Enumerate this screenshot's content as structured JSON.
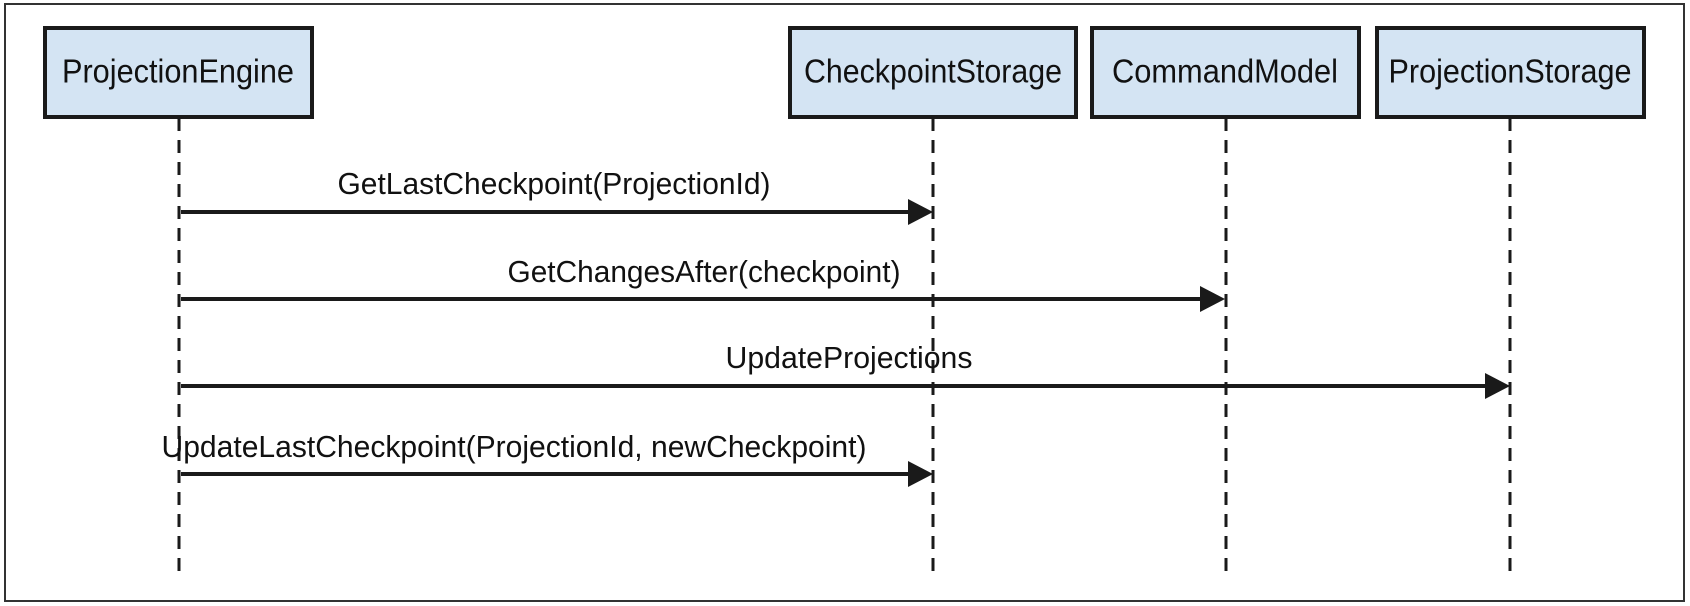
{
  "colors": {
    "participant_fill": "#d4e4f3",
    "stroke": "#1a1a1a",
    "frame": "#333333"
  },
  "participants": [
    {
      "id": "projection-engine",
      "label": "ProjectionEngine"
    },
    {
      "id": "checkpoint-storage",
      "label": "CheckpointStorage"
    },
    {
      "id": "command-model",
      "label": "CommandModel"
    },
    {
      "id": "projection-storage",
      "label": "ProjectionStorage"
    }
  ],
  "messages": [
    {
      "from": "projection-engine",
      "to": "checkpoint-storage",
      "label": "GetLastCheckpoint(ProjectionId)"
    },
    {
      "from": "projection-engine",
      "to": "command-model",
      "label": "GetChangesAfter(checkpoint)"
    },
    {
      "from": "projection-engine",
      "to": "projection-storage",
      "label": "UpdateProjections"
    },
    {
      "from": "projection-engine",
      "to": "checkpoint-storage",
      "label": "UpdateLastCheckpoint(ProjectionId, newCheckpoint)"
    }
  ]
}
